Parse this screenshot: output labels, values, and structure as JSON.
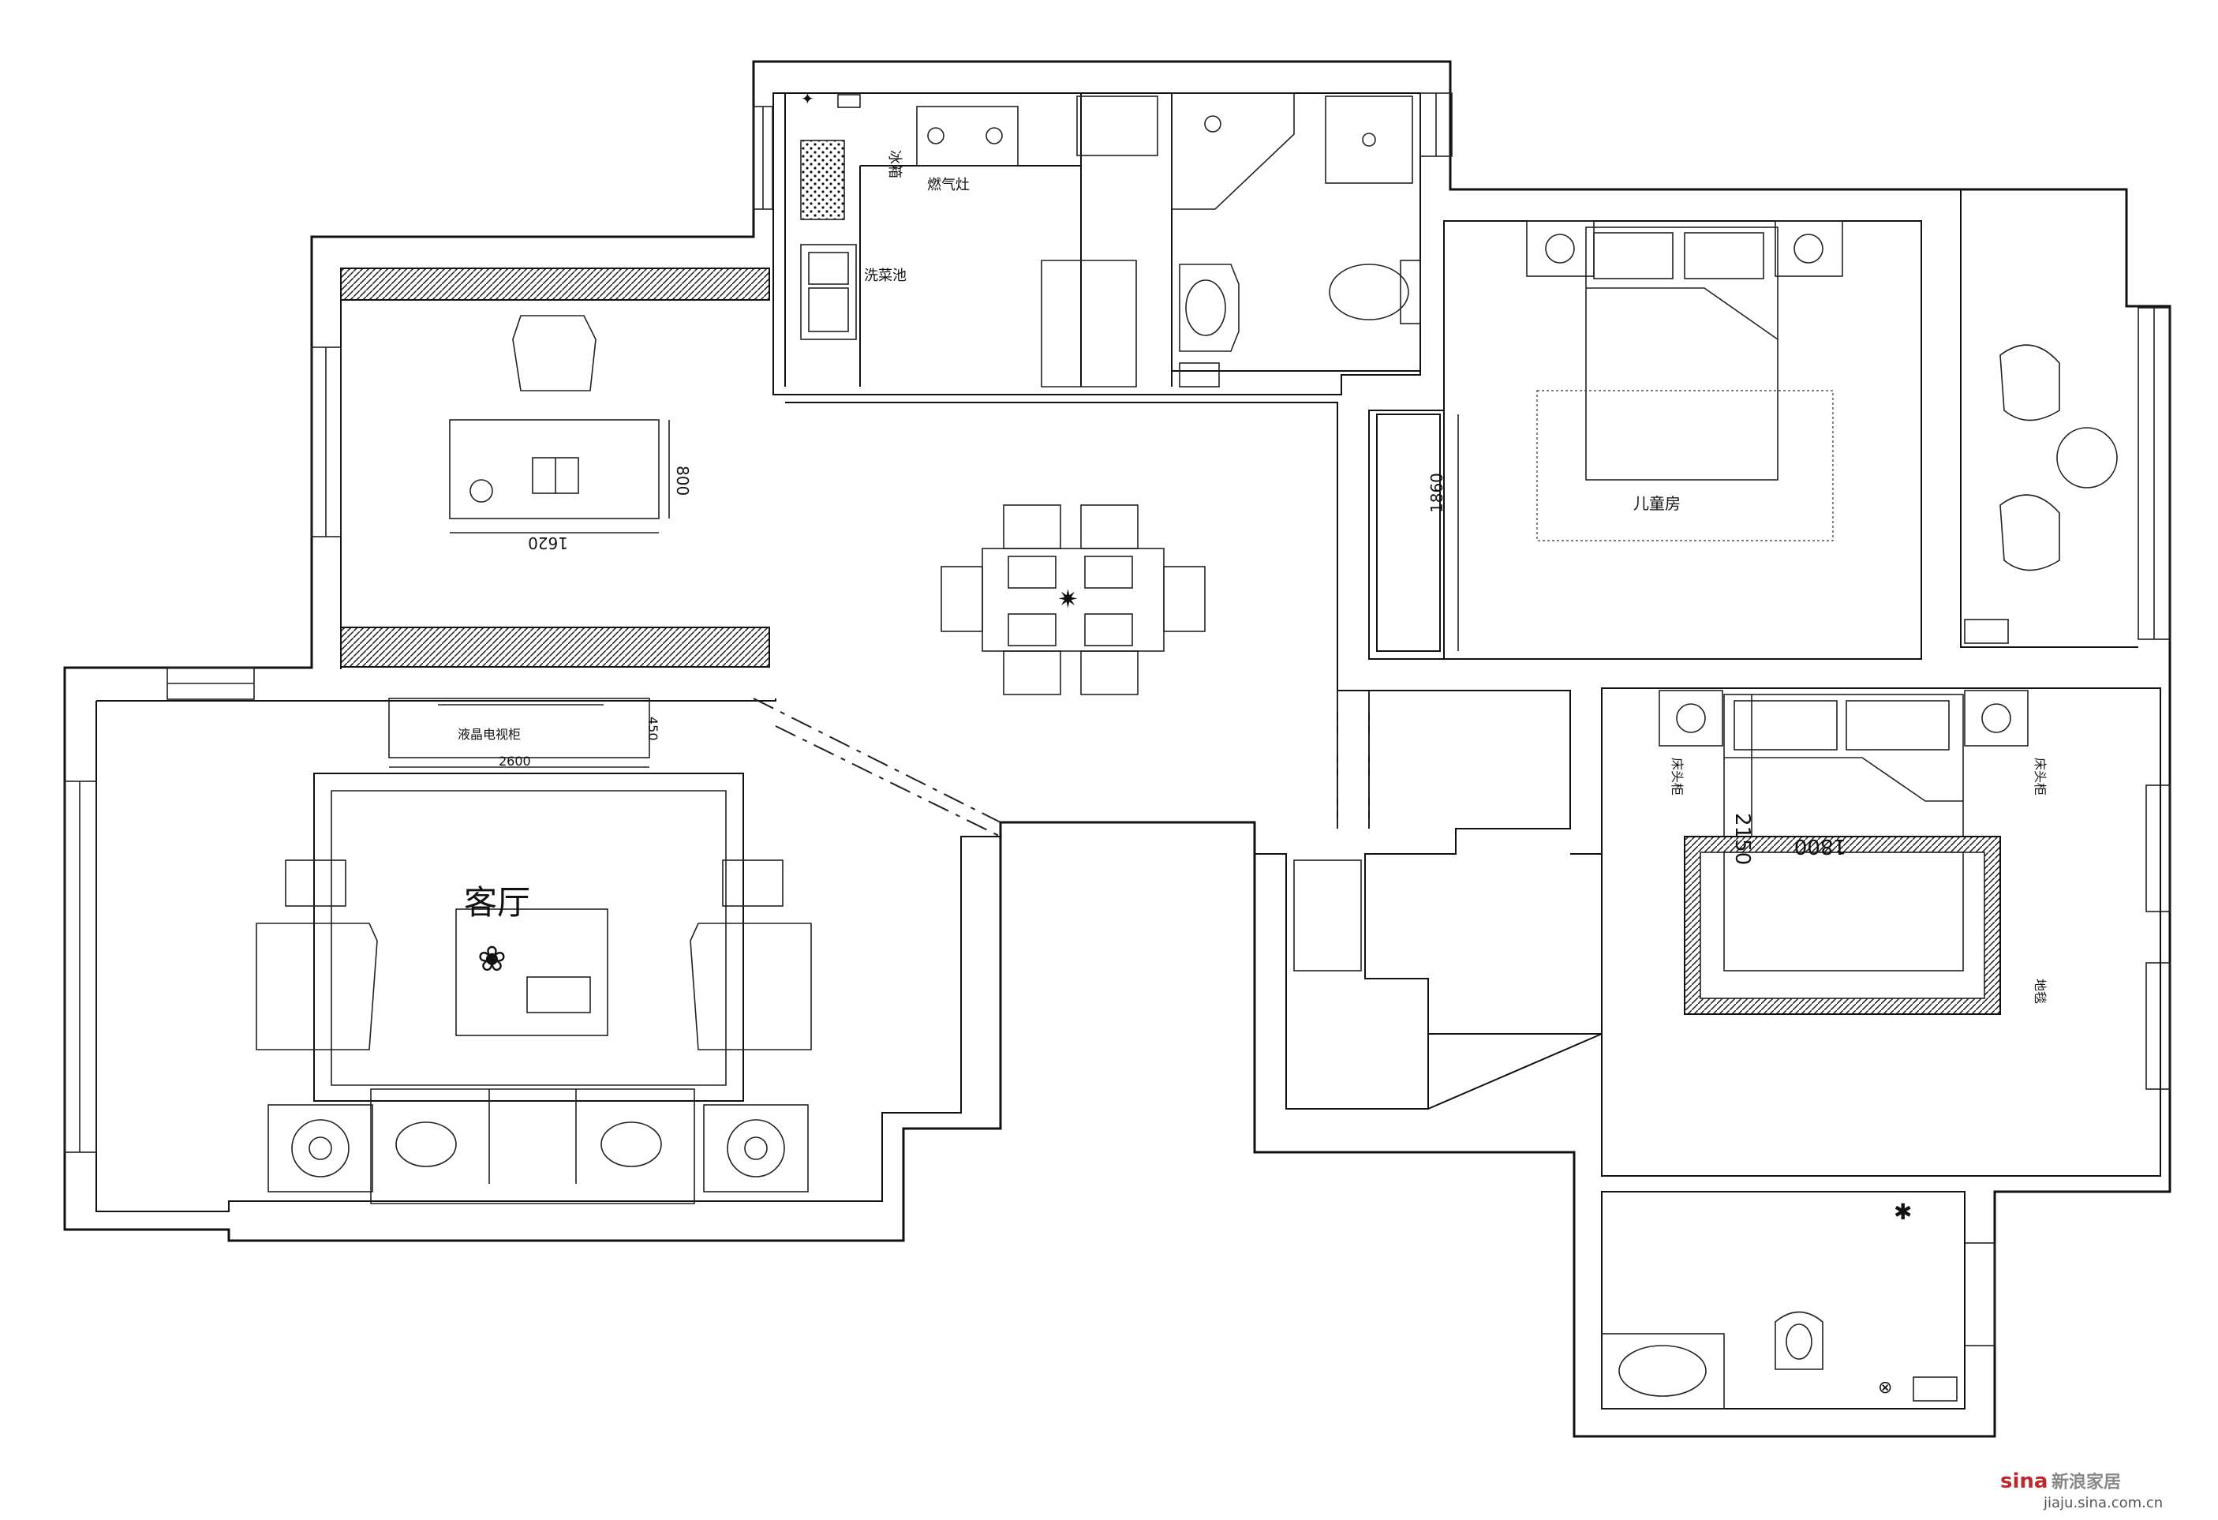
{
  "rooms": {
    "living_room": "客厅",
    "kids_room": "儿童房"
  },
  "dimensions": {
    "tv_cabinet_width": "2600",
    "tv_cabinet_depth": "450",
    "tv_cabinet_label": "液晶电视柜",
    "study_desk_width": "1620",
    "study_desk_depth": "800",
    "wardrobe_length": "1860",
    "master_bed_width": "1800",
    "master_bed_length": "2150"
  },
  "annotations": {
    "kitchen_note_1": "冰箱",
    "kitchen_note_2": "燃气灶",
    "kitchen_note_3": "洗菜池",
    "bedroom_note_left": "床头柜",
    "bedroom_note_right": "床头柜",
    "bedroom_note_carpet": "地毯"
  },
  "watermark": {
    "brand": "sina",
    "brand_cn": "新浪家居",
    "url": "jiaju.sina.com.cn"
  },
  "colors": {
    "lines": "#111111",
    "background": "#ffffff",
    "watermark": "#c0272d"
  }
}
